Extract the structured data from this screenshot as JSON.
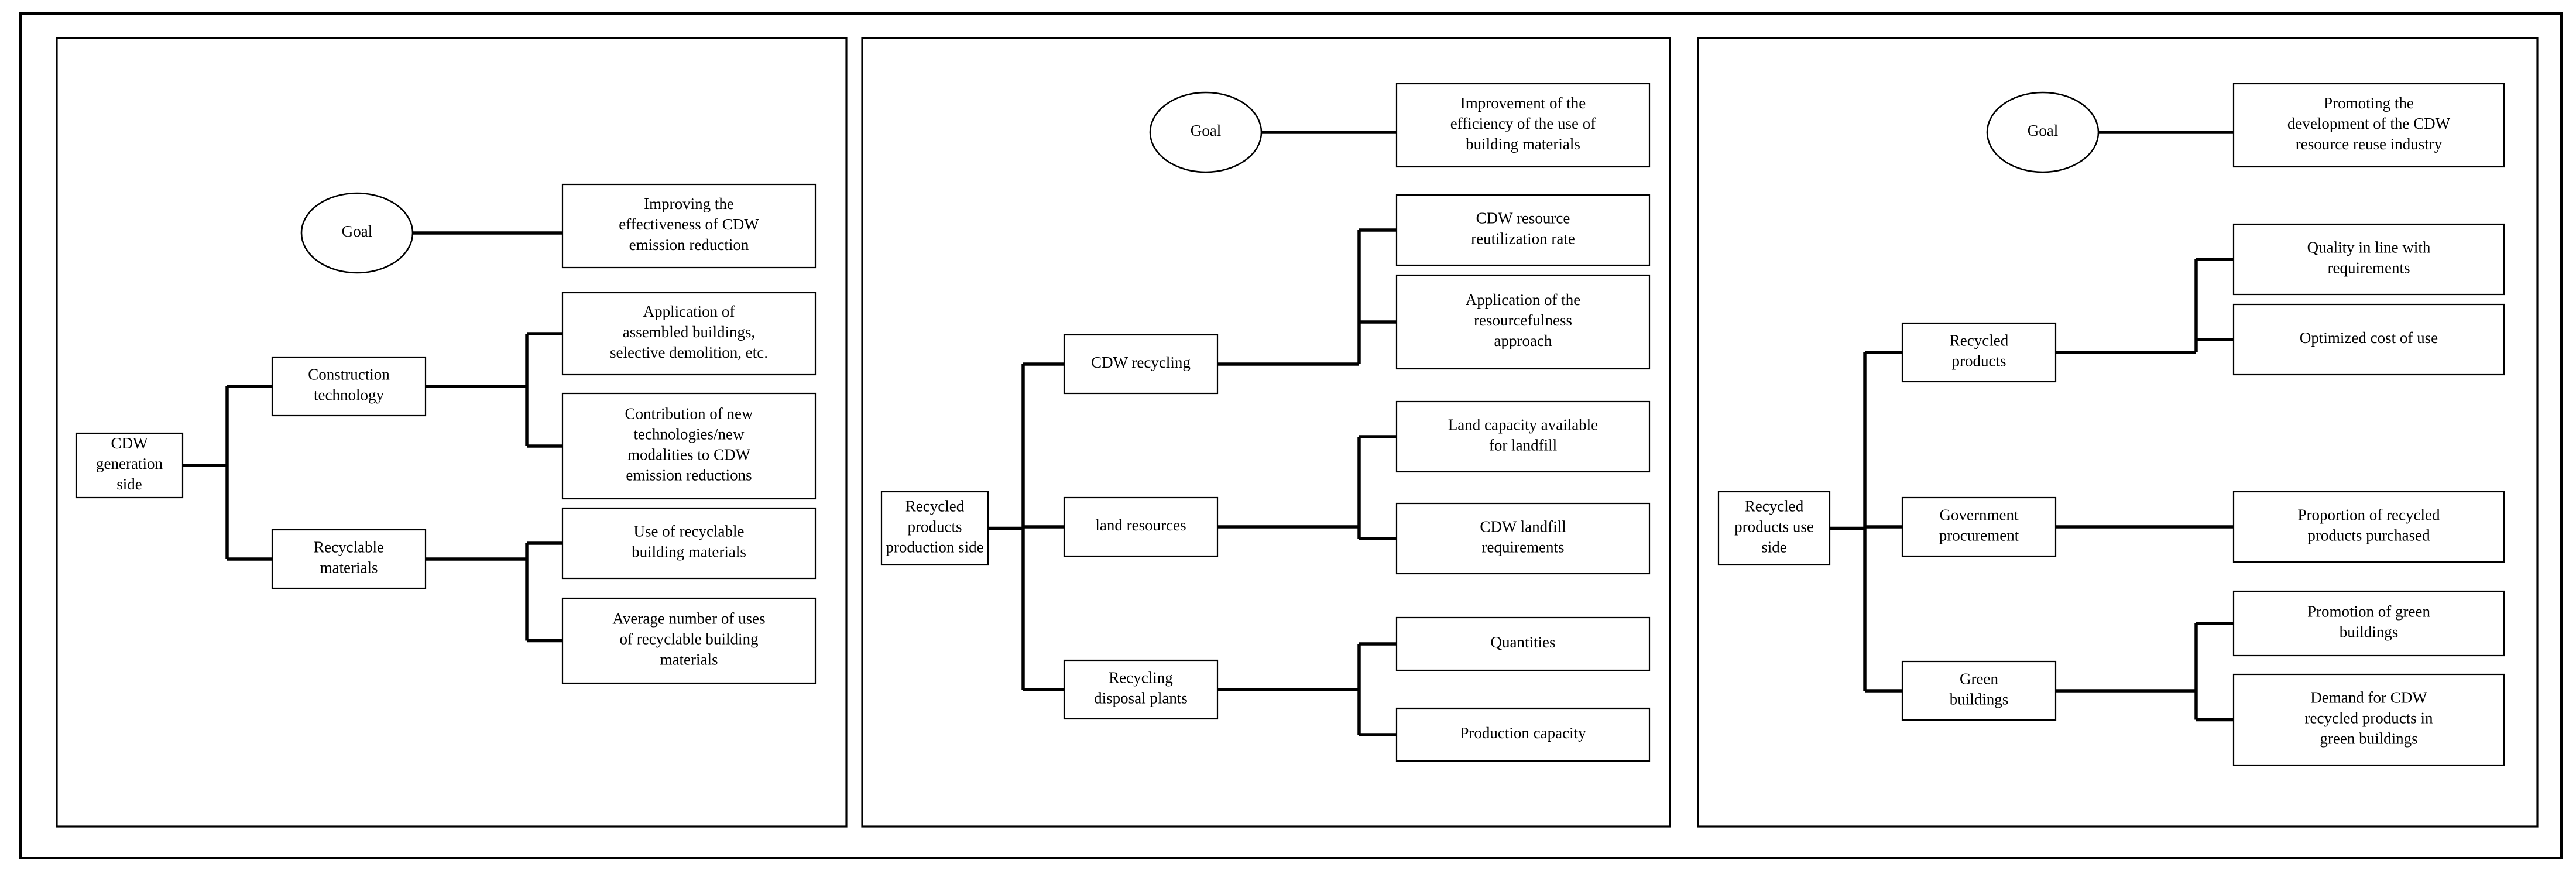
{
  "figure": {
    "type": "hierarchy-diagram",
    "panel_count": 3,
    "colors": {
      "background": "#ffffff",
      "stroke": "#000000",
      "text": "#000000"
    }
  },
  "panels": [
    {
      "id": "panel-1",
      "goal_label": "Goal",
      "goal_target": [
        "Improving the",
        "effectiveness of CDW",
        "emission reduction"
      ],
      "root": [
        "CDW",
        "generation",
        "side"
      ],
      "branches": [
        {
          "label": [
            "Construction",
            "technology"
          ],
          "leaves": [
            [
              "Application of",
              "assembled buildings,",
              "selective demolition, etc."
            ],
            [
              "Contribution of new",
              "technologies/new",
              "modalities to CDW",
              "emission reductions"
            ]
          ]
        },
        {
          "label": [
            "Recyclable",
            "materials"
          ],
          "leaves": [
            [
              "Use of recyclable",
              "building materials"
            ],
            [
              "Average number of uses",
              "of recyclable building",
              "materials"
            ]
          ]
        }
      ]
    },
    {
      "id": "panel-2",
      "goal_label": "Goal",
      "goal_target": [
        "Improvement of the",
        "efficiency of the use of",
        "building materials"
      ],
      "root": [
        "Recycled",
        "products",
        "production side"
      ],
      "branches": [
        {
          "label": [
            "CDW recycling"
          ],
          "leaves": [
            [
              "CDW resource",
              "reutilization rate"
            ],
            [
              "Application of the",
              "resourcefulness",
              "approach"
            ]
          ]
        },
        {
          "label": [
            "land resources"
          ],
          "leaves": [
            [
              "Land capacity available",
              "for landfill"
            ],
            [
              "CDW landfill",
              "requirements"
            ]
          ]
        },
        {
          "label": [
            "Recycling",
            "disposal plants"
          ],
          "leaves": [
            [
              "Quantities"
            ],
            [
              "Production capacity"
            ]
          ]
        }
      ]
    },
    {
      "id": "panel-3",
      "goal_label": "Goal",
      "goal_target": [
        "Promoting the",
        "development of the CDW",
        "resource reuse industry"
      ],
      "root": [
        "Recycled",
        "products use",
        "side"
      ],
      "branches": [
        {
          "label": [
            "Recycled",
            "products"
          ],
          "leaves": [
            [
              "Quality in line with",
              "requirements"
            ],
            [
              "Optimized cost of use"
            ]
          ]
        },
        {
          "label": [
            "Government",
            "procurement"
          ],
          "leaves": [
            [
              "Proportion of recycled",
              "products purchased"
            ]
          ]
        },
        {
          "label": [
            "Green",
            "buildings"
          ],
          "leaves": [
            [
              "Promotion of green",
              "buildings"
            ],
            [
              "Demand for CDW",
              "recycled products in",
              "green buildings"
            ]
          ]
        }
      ]
    }
  ]
}
